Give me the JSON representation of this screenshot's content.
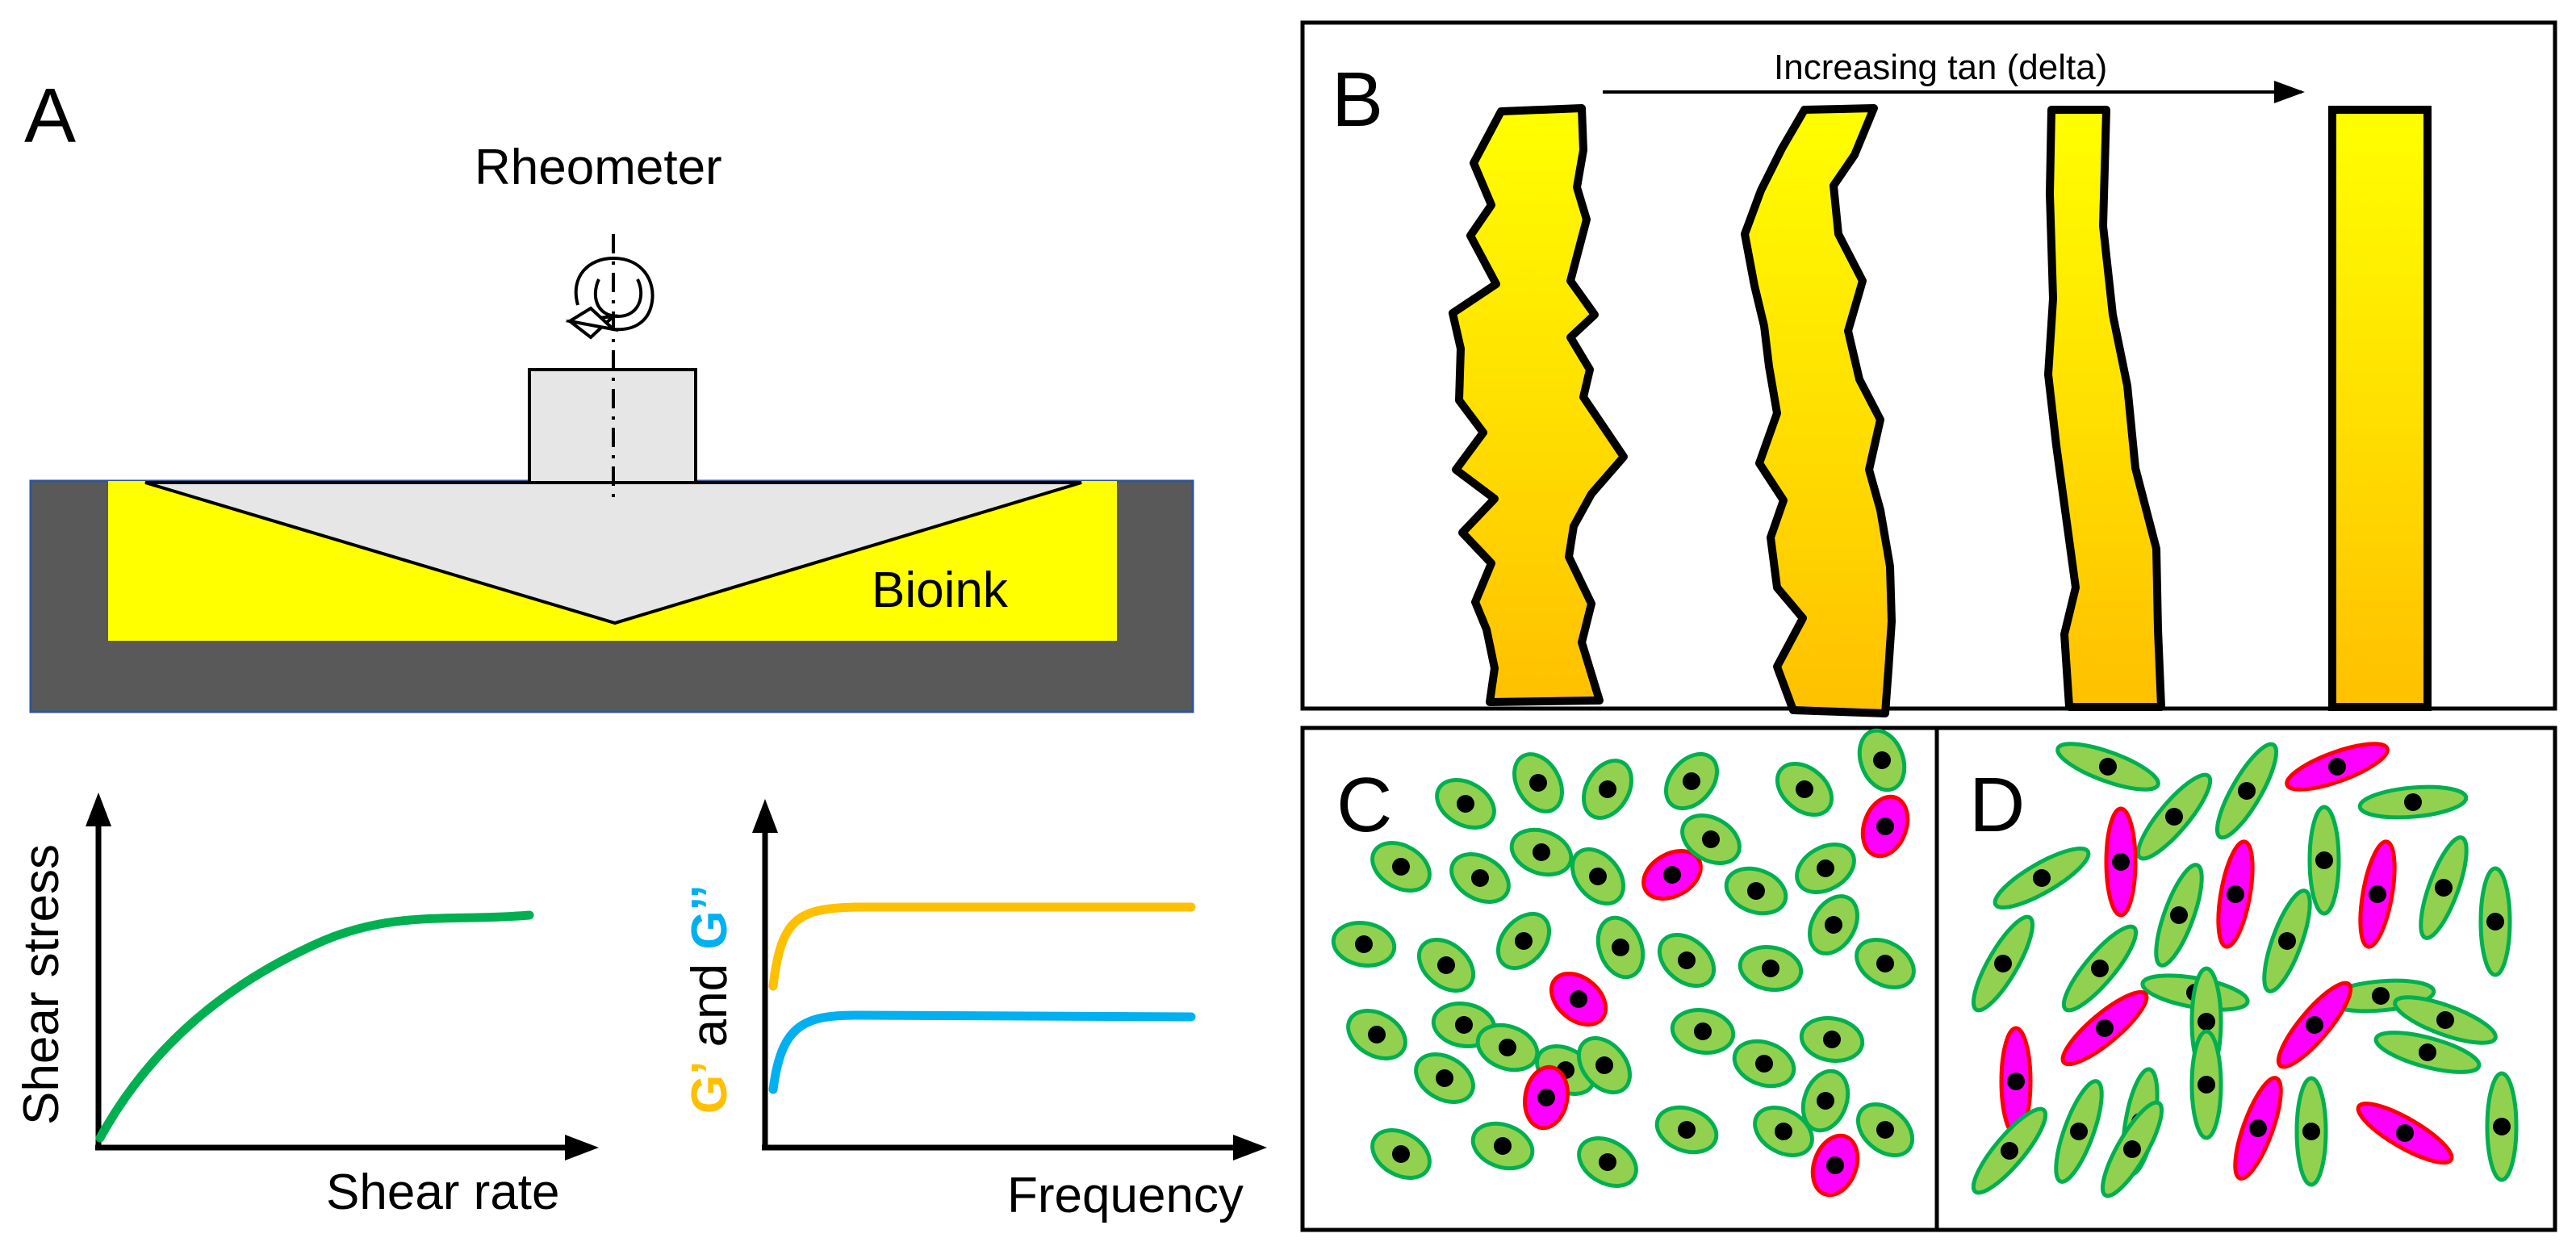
{
  "panels": {
    "a": {
      "letter": "A",
      "rheometer_label": "Rheometer",
      "bioink_label": "Bioink",
      "colors": {
        "bioink": "#ffff00",
        "cup": "#595959",
        "cone": "#e6e6e6"
      }
    },
    "b": {
      "letter": "B",
      "arrow_label": "Increasing tan (delta)",
      "colors": {
        "top": "#ffff00",
        "bottom": "#ffc000"
      }
    },
    "c": {
      "letter": "C"
    },
    "d": {
      "letter": "D"
    }
  },
  "plot_shear": {
    "ylabel": "Shear stress",
    "xlabel": "Shear rate",
    "color": "#00b050"
  },
  "plot_modulus": {
    "ylabel_g1": "G’",
    "ylabel_and": " and ",
    "ylabel_g2": "G’’",
    "xlabel": "Frequency",
    "colors": {
      "storage": "#ffc000",
      "loss": "#00b0f0"
    }
  },
  "cell_colors": {
    "green": "#92d050",
    "green_edge": "#00b050",
    "magenta": "#ff00ff",
    "magenta_edge": "#ff0000"
  }
}
